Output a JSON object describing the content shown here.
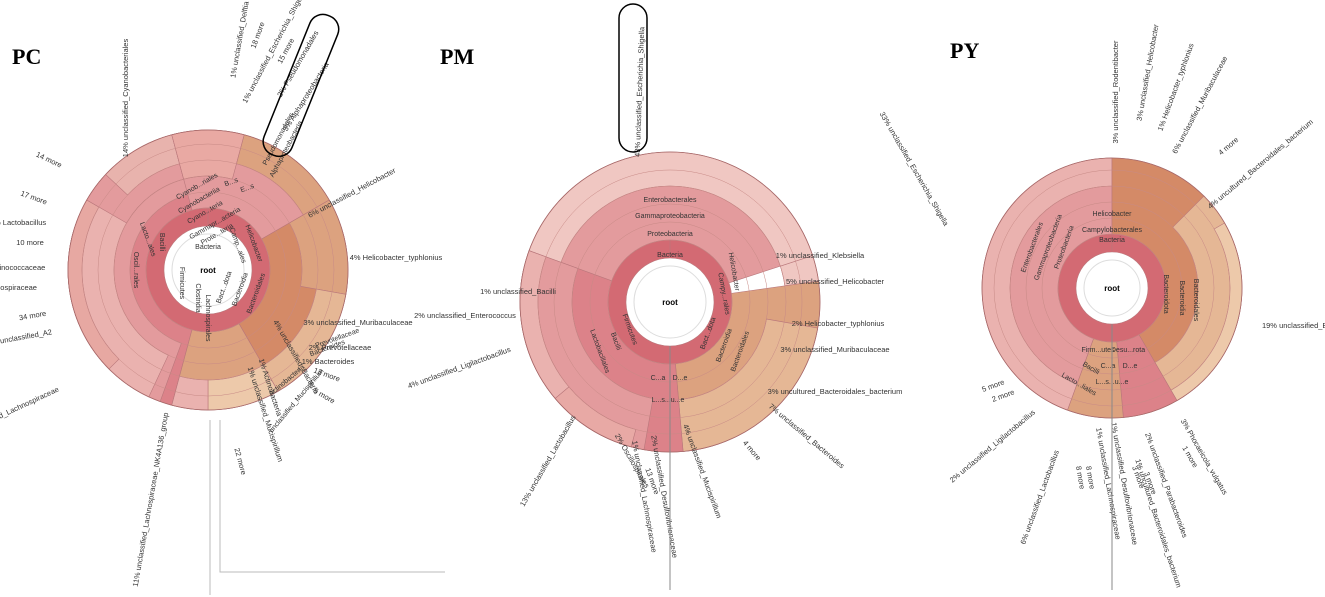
{
  "chart_data": [
    {
      "type": "sunburst",
      "title": "PC",
      "center_label": "root",
      "inner_labels": [
        {
          "text": "Bacteria"
        },
        {
          "text": "Firmicutes"
        },
        {
          "text": "Clostridia"
        },
        {
          "text": "Lachnospirales"
        },
        {
          "text": "Bacilli"
        },
        {
          "text": "Lacto...ales"
        },
        {
          "text": "Oscil...rales"
        },
        {
          "text": "Cyanob...riales"
        },
        {
          "text": "Cyanobacteriia"
        },
        {
          "text": "Cyano...teria"
        },
        {
          "text": "Gammapr...acteria"
        },
        {
          "text": "Prote...teria"
        },
        {
          "text": "B...s"
        },
        {
          "text": "E...s"
        },
        {
          "text": "Camp...ales"
        },
        {
          "text": "Helicobacter"
        },
        {
          "text": "Bact...dota"
        },
        {
          "text": "Bacteroidia"
        },
        {
          "text": "Bacteroidales"
        },
        {
          "text": "Alphaproteobacteria"
        },
        {
          "text": "Pseudomonadales"
        },
        {
          "text": "Prevotellaceae"
        },
        {
          "text": "Bacteroides"
        },
        {
          "text": "Actinobacteria"
        },
        {
          "text": "unclassified_Mucispirillum"
        }
      ],
      "outer_labels": [
        {
          "text": "unclassified_Cyanobacteriales",
          "pct": "14%"
        },
        {
          "text": "unclassified_Delftia",
          "pct": "1%"
        },
        {
          "text": "18 more",
          "pct": ""
        },
        {
          "text": "unclassified_Escherichia_Shigella",
          "pct": "1%"
        },
        {
          "text": "15 more",
          "pct": ""
        },
        {
          "text": "Pseudomonadales",
          "pct": "2%"
        },
        {
          "text": "Alphaproteobacteria",
          "pct": "3%"
        },
        {
          "text": "unclassified_Helicobacter",
          "pct": "6%"
        },
        {
          "text": "Helicobacter_typhlonius",
          "pct": "4%"
        },
        {
          "text": "unclassified_Muribaculaceae",
          "pct": "3%"
        },
        {
          "text": "Prevotellaceae",
          "pct": "2%"
        },
        {
          "text": "Bacteroides",
          "pct": "1%"
        },
        {
          "text": "13 more",
          "pct": ""
        },
        {
          "text": "5 more",
          "pct": ""
        },
        {
          "text": "unclassified_Bacteria",
          "pct": "4%"
        },
        {
          "text": "Actinobacteria",
          "pct": "1%"
        },
        {
          "text": "unclassified_Mucispirillum",
          "pct": "1%"
        },
        {
          "text": "22 more",
          "pct": ""
        },
        {
          "text": "unclassified_Lachnospiraceae_NK4A136_group",
          "pct": "11%"
        },
        {
          "text": "unclassified_Lachnospiraceae",
          "pct": "6%"
        },
        {
          "text": "unclassified_A2",
          "pct": "2%"
        },
        {
          "text": "34 more",
          "pct": ""
        },
        {
          "text": "Oscillospiraceae",
          "pct": "3%"
        },
        {
          "text": "Ruminococcaceae",
          "pct": "2%"
        },
        {
          "text": "10 more",
          "pct": ""
        },
        {
          "text": "Lactobacillus",
          "pct": "2%"
        },
        {
          "text": "17 more",
          "pct": ""
        },
        {
          "text": "14 more",
          "pct": ""
        }
      ]
    },
    {
      "type": "sunburst",
      "title": "PM",
      "center_label": "root",
      "inner_labels": [
        {
          "text": "Bacteria"
        },
        {
          "text": "Proteobacteria"
        },
        {
          "text": "Gammaproteobacteria"
        },
        {
          "text": "Enterobacterales"
        },
        {
          "text": "Firmicutes"
        },
        {
          "text": "Bacilli"
        },
        {
          "text": "Lactobacillales"
        },
        {
          "text": "Campy...rales"
        },
        {
          "text": "Helicobacter"
        },
        {
          "text": "Bact...dota"
        },
        {
          "text": "Bacteroidia"
        },
        {
          "text": "Bacteroidales"
        },
        {
          "text": "C...a"
        },
        {
          "text": "D...e"
        },
        {
          "text": "L...s...u...e"
        }
      ],
      "outer_labels": [
        {
          "text": "unclassified_Escherichia_Shigella",
          "pct": "43%"
        },
        {
          "text": "unclassified_Klebsiella",
          "pct": "1%"
        },
        {
          "text": "unclassified_Helicobacter",
          "pct": "5%"
        },
        {
          "text": "Helicobacter_typhlonius",
          "pct": "2%"
        },
        {
          "text": "unclassified_Muribaculaceae",
          "pct": "3%"
        },
        {
          "text": "uncultured_Bacteroidales_bacterium",
          "pct": "3%"
        },
        {
          "text": "unclassified_Bacteroides",
          "pct": "7%"
        },
        {
          "text": "4 more",
          "pct": ""
        },
        {
          "text": "unclassified_Mucispirillum",
          "pct": "4%"
        },
        {
          "text": "unclassified_Desulfovibrionaceae",
          "pct": "2%"
        },
        {
          "text": "unclassified_Lachnospiraceae",
          "pct": "1%"
        },
        {
          "text": "13 more",
          "pct": ""
        },
        {
          "text": "Oscillospirales",
          "pct": "2%"
        },
        {
          "text": "unclassified_Lactobacillus",
          "pct": "13%"
        },
        {
          "text": "unclassified_Ligilactobacillus",
          "pct": "4%"
        },
        {
          "text": "unclassified_Enterococcus",
          "pct": "2%"
        },
        {
          "text": "unclassified_Bacilli",
          "pct": "1%"
        }
      ]
    },
    {
      "type": "sunburst",
      "title": "PY",
      "center_label": "root",
      "inner_labels": [
        {
          "text": "Bacteria"
        },
        {
          "text": "Proteobacteria"
        },
        {
          "text": "Gammaproteobacteria"
        },
        {
          "text": "Enterobacterales"
        },
        {
          "text": "Campylobacterales"
        },
        {
          "text": "Helicobacter"
        },
        {
          "text": "Bacteroidota"
        },
        {
          "text": "Bacteroidia"
        },
        {
          "text": "Bacteroidales"
        },
        {
          "text": "Firm...utes"
        },
        {
          "text": "Bacilli"
        },
        {
          "text": "Lacto...liales"
        },
        {
          "text": "Desu...rota"
        },
        {
          "text": "C...a"
        },
        {
          "text": "D...e"
        },
        {
          "text": "L...s...u...e"
        }
      ],
      "outer_labels": [
        {
          "text": "unclassified_Rodentibacter",
          "pct": "3%"
        },
        {
          "text": "unclassified_Helicobacter",
          "pct": "3%"
        },
        {
          "text": "Helicobacter_typhlonius",
          "pct": "1%"
        },
        {
          "text": "unclassified_Muribaculaceae",
          "pct": "6%"
        },
        {
          "text": "4 more",
          "pct": ""
        },
        {
          "text": "uncultured_Bacteroidales_bacterium",
          "pct": "4%"
        },
        {
          "text": "unclassified_Bacteroides",
          "pct": "19%"
        },
        {
          "text": "Phocaeicola_vulgatus",
          "pct": "3%"
        },
        {
          "text": "1 more",
          "pct": ""
        },
        {
          "text": "unclassified_Parabacteroides",
          "pct": "2%"
        },
        {
          "text": "uncultured_Bacteroidales_bacterium",
          "pct": "1%"
        },
        {
          "text": "3 more",
          "pct": ""
        },
        {
          "text": "3 more",
          "pct": ""
        },
        {
          "text": "unclassified_Desulfovibrionaceae",
          "pct": "1%"
        },
        {
          "text": "unclassified_Lachnospiraceae",
          "pct": "1%"
        },
        {
          "text": "8 more",
          "pct": ""
        },
        {
          "text": "8 more",
          "pct": ""
        },
        {
          "text": "unclassified_Lactobacillus",
          "pct": "6%"
        },
        {
          "text": "unclassified_Ligilactobacillus",
          "pct": "2%"
        },
        {
          "text": "2 more",
          "pct": ""
        },
        {
          "text": "5 more",
          "pct": ""
        },
        {
          "text": "unclassified_Escherichia_Shigella",
          "pct": "33%"
        }
      ]
    }
  ]
}
